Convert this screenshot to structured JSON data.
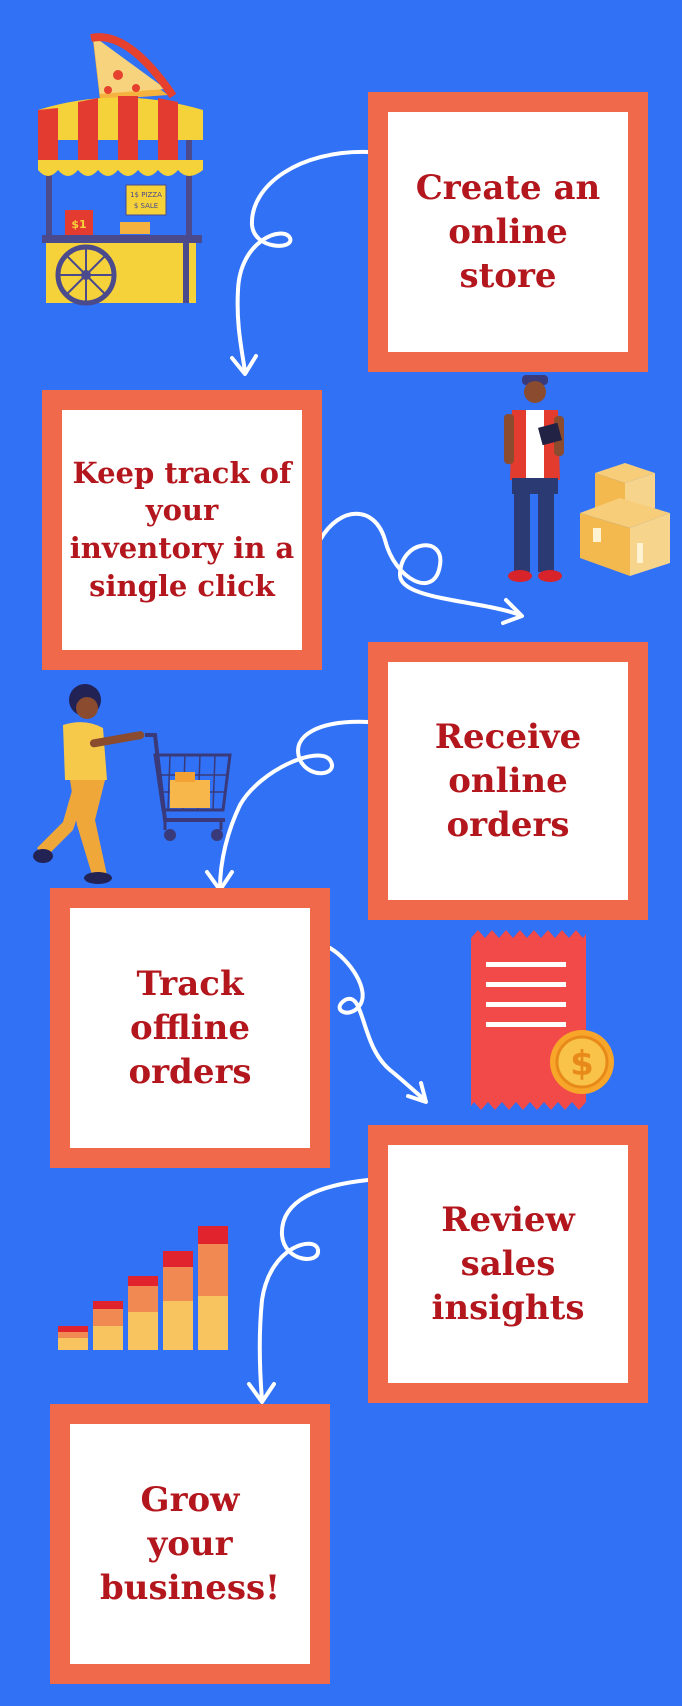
{
  "steps": [
    {
      "label": "Create an online store"
    },
    {
      "label": "Keep track of your inventory in a single click"
    },
    {
      "label": "Receive online orders"
    },
    {
      "label": "Track offline orders"
    },
    {
      "label": "Review sales insights"
    },
    {
      "label": "Grow your business!"
    }
  ],
  "illustrations": {
    "cart_stall_sign_1": "$1",
    "cart_stall_sign_2": "1$ PIZZA",
    "cart_stall_sign_3": "$ SALE",
    "receipt_coin": "$"
  },
  "colors": {
    "background": "#3071f5",
    "frame": "#f0694b",
    "box": "#ffffff",
    "text": "#b3171d",
    "connector": "#ffffff"
  },
  "icons": [
    "food-stall-icon",
    "delivery-worker-icon",
    "boxes-icon",
    "shopper-cart-icon",
    "receipt-icon",
    "coin-icon",
    "bar-chart-icon",
    "arrow-icon"
  ]
}
